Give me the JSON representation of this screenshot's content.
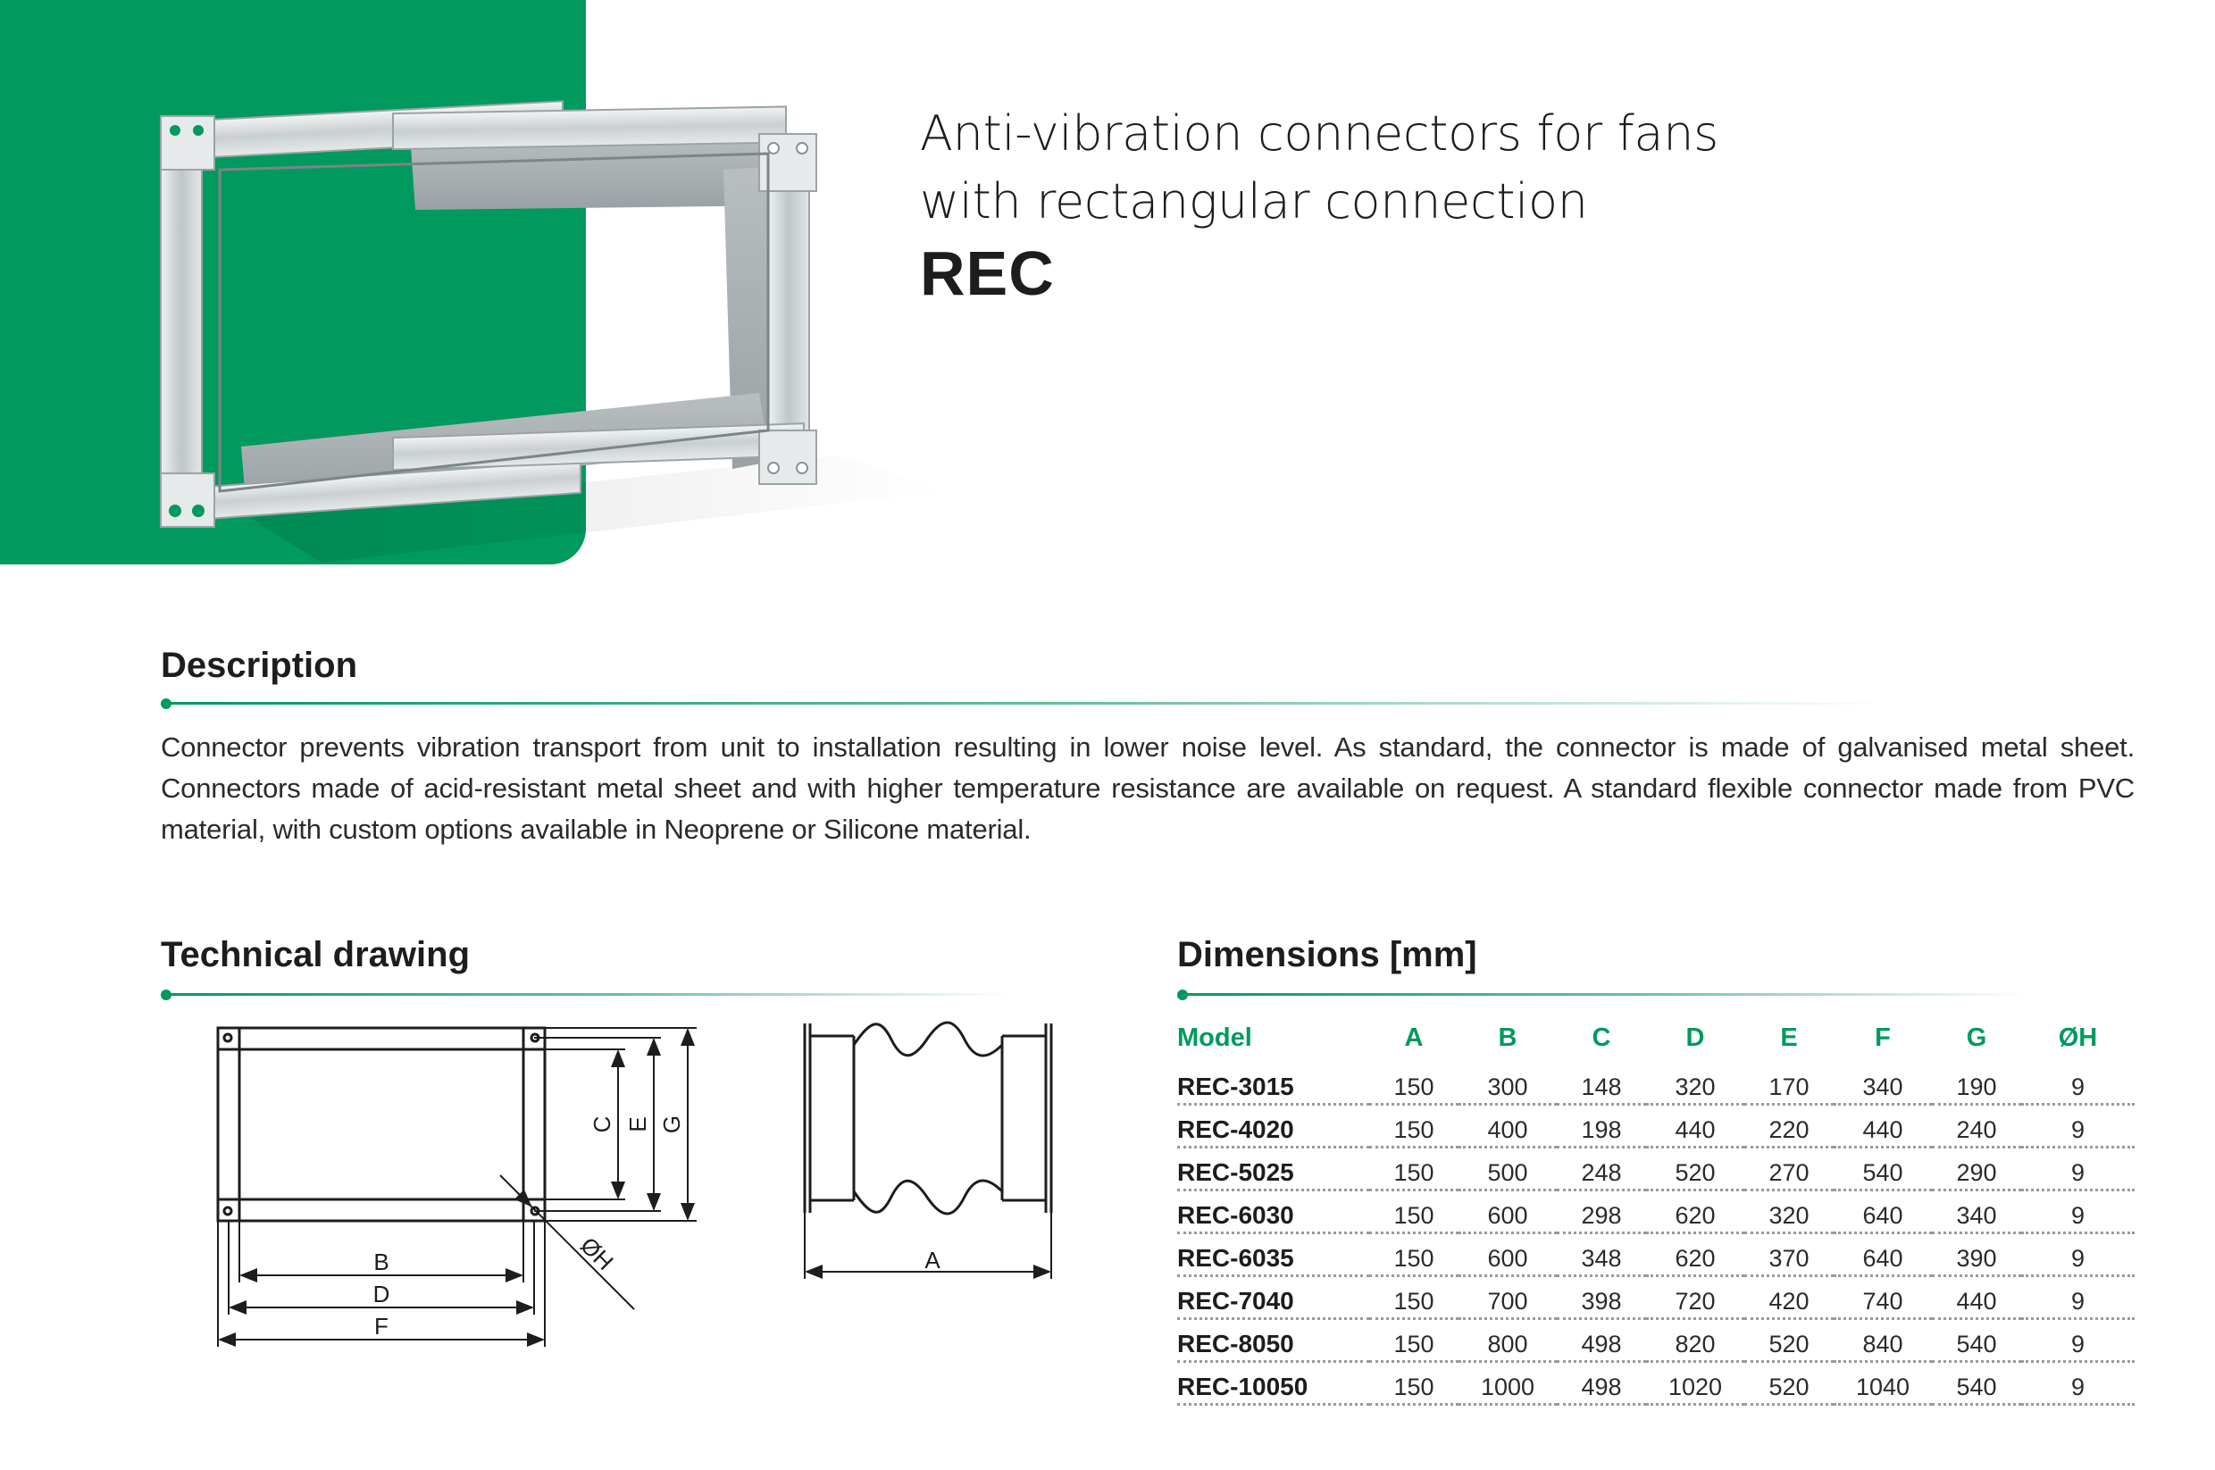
{
  "header": {
    "title_line1": "Anti-vibration connectors for fans",
    "title_line2": "with rectangular connection",
    "model": "REC"
  },
  "colors": {
    "brand_green": "#009a5e",
    "text_dark": "#1d1d1b"
  },
  "description": {
    "heading": "Description",
    "text": "Connector prevents vibration transport from unit to installation resulting in lower noise level. As standard, the connector is made of galvanised metal sheet. Connectors made of acid-resistant metal sheet and with higher temperature resistance are available on request. A standard flexible connector made from PVC material, with custom options available in Neoprene or Silicone material."
  },
  "technical_drawing": {
    "heading": "Technical drawing",
    "labels": {
      "B": "B",
      "D": "D",
      "F": "F",
      "C": "C",
      "E": "E",
      "G": "G",
      "H": "ØH",
      "A": "A"
    }
  },
  "dimensions": {
    "heading": "Dimensions [mm]",
    "columns": [
      "Model",
      "A",
      "B",
      "C",
      "D",
      "E",
      "F",
      "G",
      "ØH"
    ],
    "rows": [
      [
        "REC-3015",
        "150",
        "300",
        "148",
        "320",
        "170",
        "340",
        "190",
        "9"
      ],
      [
        "REC-4020",
        "150",
        "400",
        "198",
        "440",
        "220",
        "440",
        "240",
        "9"
      ],
      [
        "REC-5025",
        "150",
        "500",
        "248",
        "520",
        "270",
        "540",
        "290",
        "9"
      ],
      [
        "REC-6030",
        "150",
        "600",
        "298",
        "620",
        "320",
        "640",
        "340",
        "9"
      ],
      [
        "REC-6035",
        "150",
        "600",
        "348",
        "620",
        "370",
        "640",
        "390",
        "9"
      ],
      [
        "REC-7040",
        "150",
        "700",
        "398",
        "720",
        "420",
        "740",
        "440",
        "9"
      ],
      [
        "REC-8050",
        "150",
        "800",
        "498",
        "820",
        "520",
        "840",
        "540",
        "9"
      ],
      [
        "REC-10050",
        "150",
        "1000",
        "498",
        "1020",
        "520",
        "1040",
        "540",
        "9"
      ]
    ]
  }
}
